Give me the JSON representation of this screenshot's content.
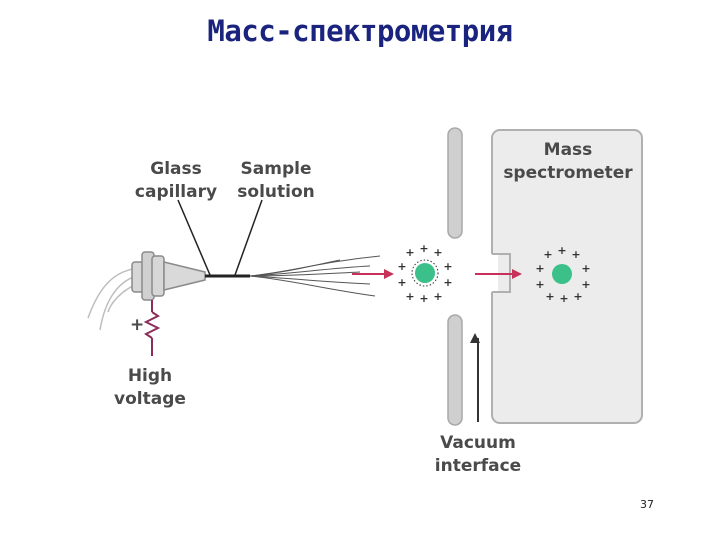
{
  "slide": {
    "title": "Масс-спектрометрия",
    "page_number": "37"
  },
  "diagram": {
    "labels": {
      "glass_capillary": [
        "Glass",
        "capillary"
      ],
      "sample_solution": [
        "Sample",
        "solution"
      ],
      "mass_spectrometer": [
        "Mass",
        "spectrometer"
      ],
      "high_voltage": [
        "High",
        "voltage"
      ],
      "vacuum_interface": [
        "Vacuum",
        "interface"
      ],
      "plus_sign": "+"
    },
    "colors": {
      "label_gray": "#4a4a4a",
      "arrow_red": "#c8325a",
      "droplet_green": "#3cc08a",
      "chamber_fill": "#ececec",
      "chamber_stroke": "#b0b0b0",
      "wire": "#8c2e5c",
      "title_blue": "#1a237e"
    }
  }
}
